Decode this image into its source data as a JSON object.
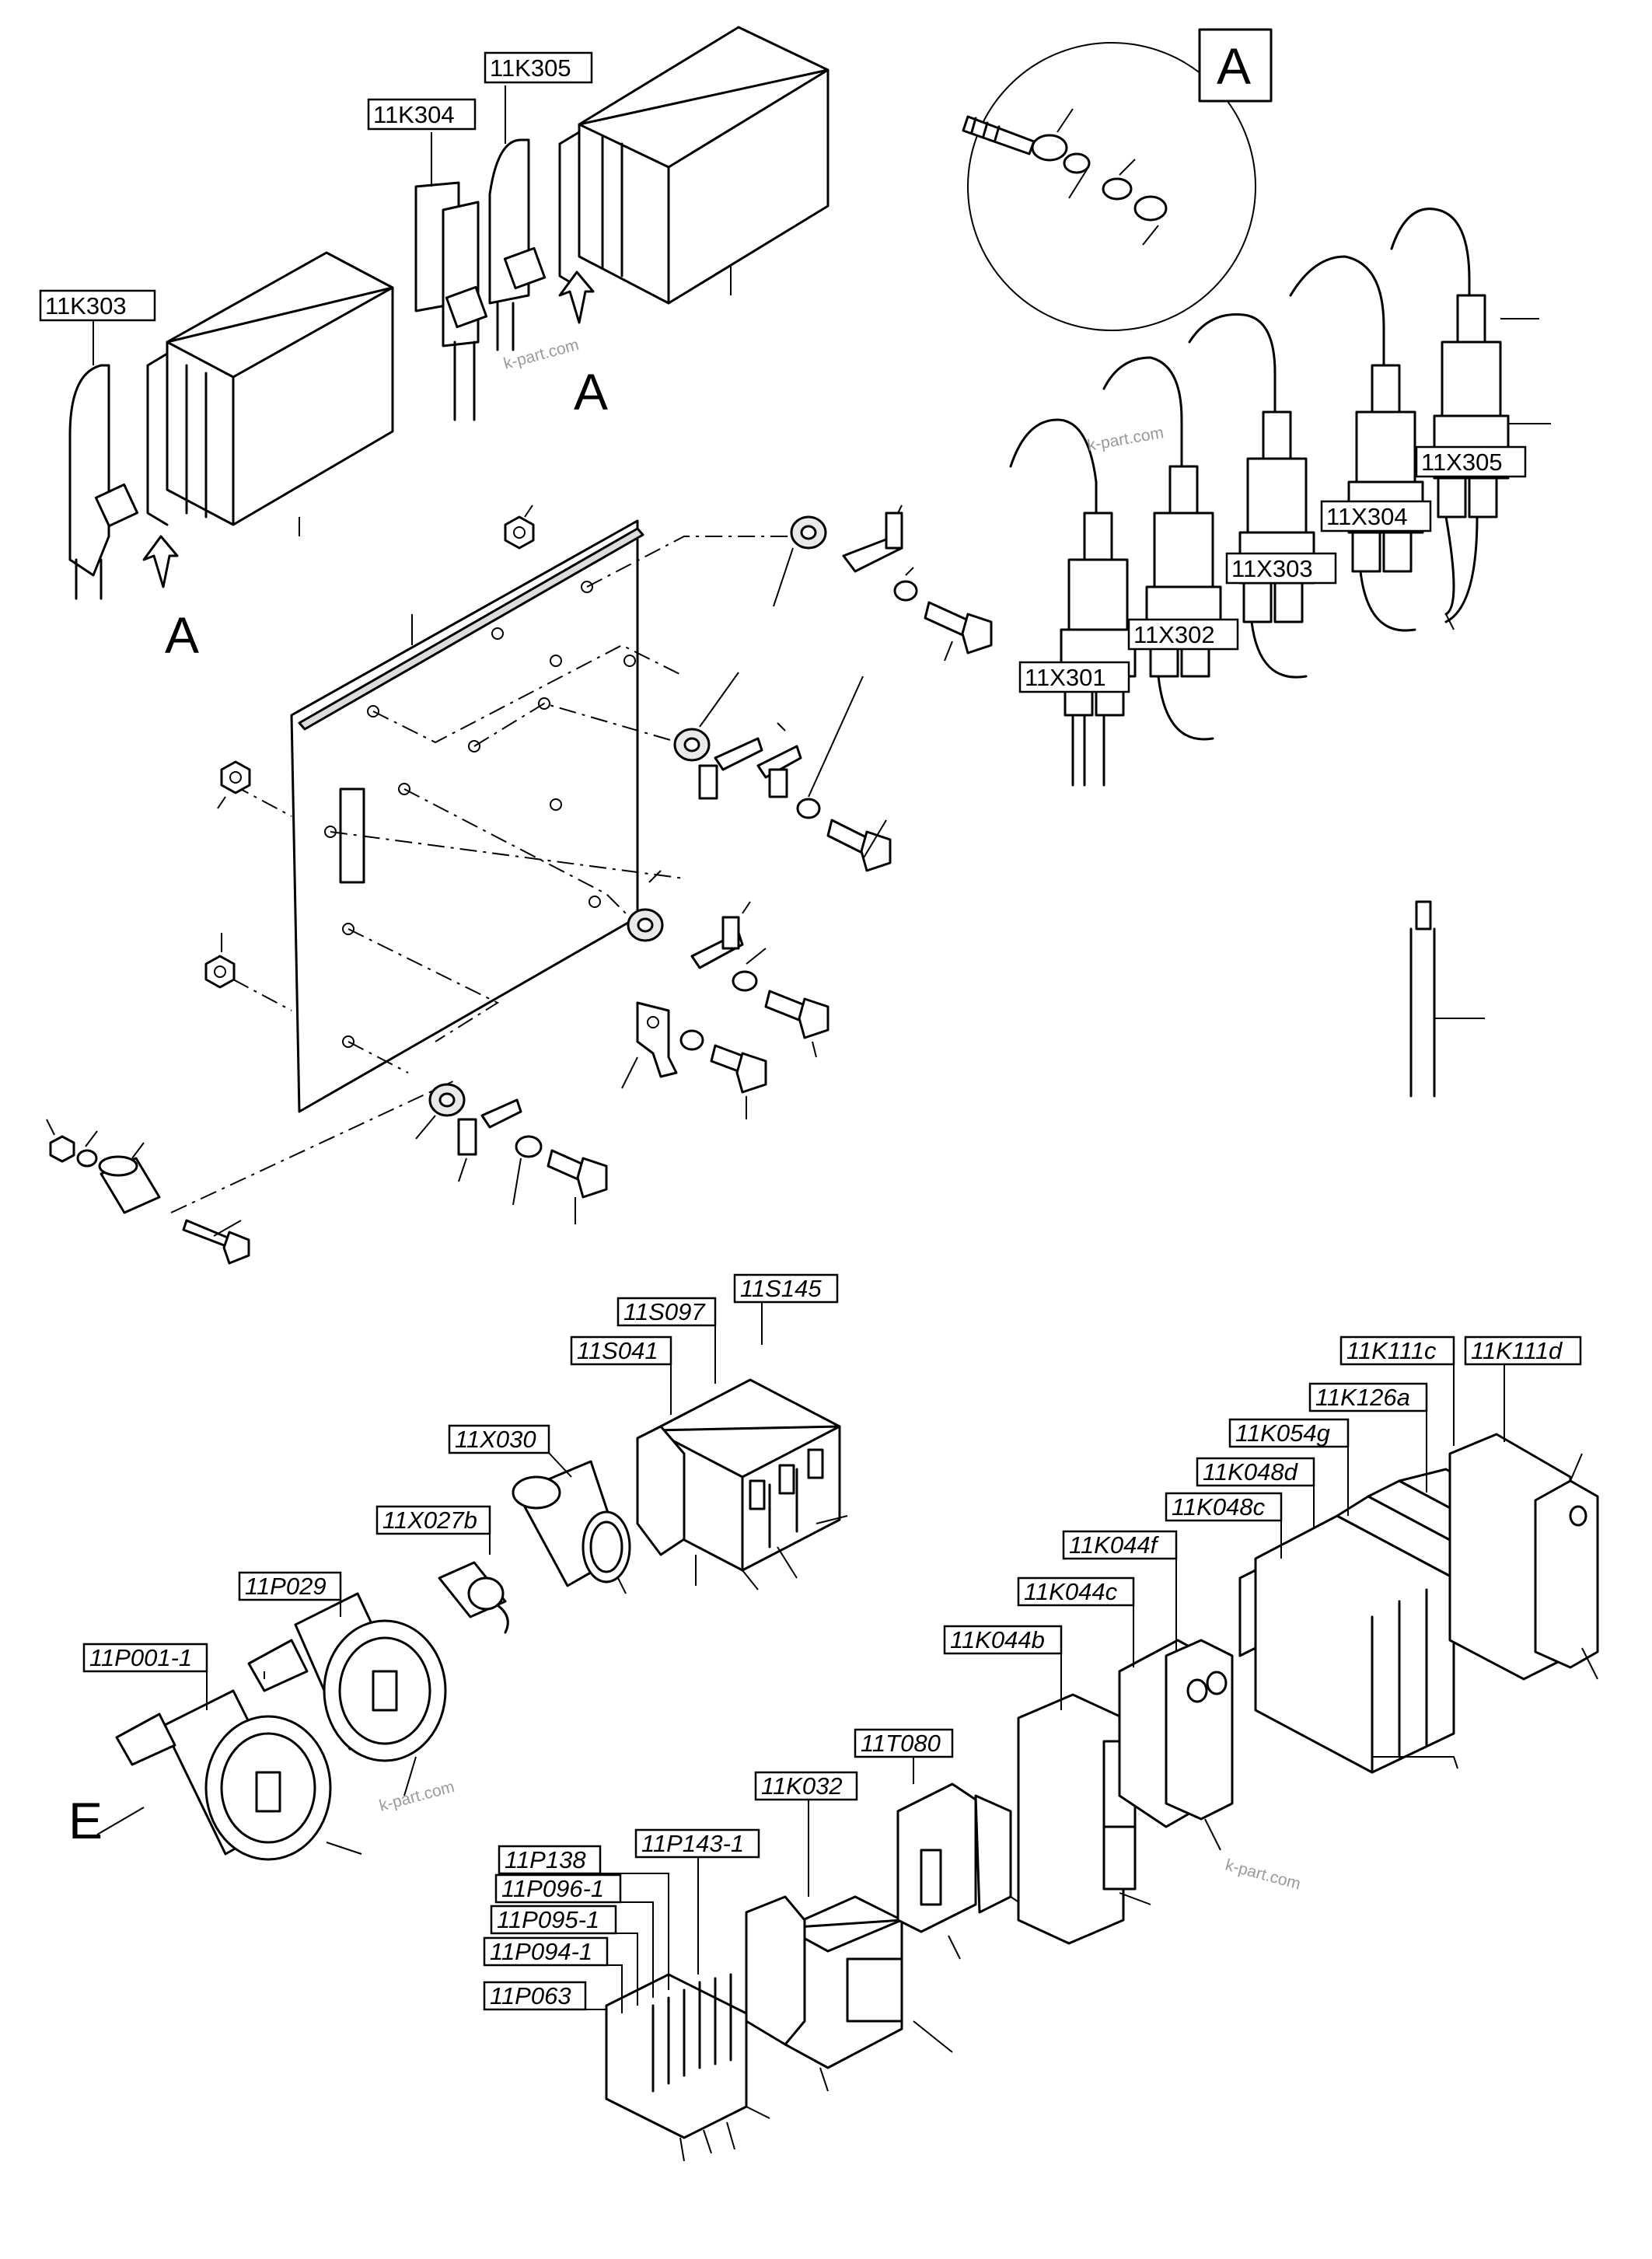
{
  "callouts": {
    "k303": "11K303",
    "k304": "11K304",
    "k305": "11K305",
    "x301": "11X301",
    "x302": "11X302",
    "x303": "11X303",
    "x304": "11X304",
    "x305": "11X305",
    "s041": "11S041",
    "s097": "11S097",
    "s145": "11S145",
    "x030": "11X030",
    "x027b": "11X027b",
    "p029": "11P029",
    "p001_1": "11P001-1",
    "k111c": "11K111c",
    "k111d": "11K111d",
    "k126a": "11K126a",
    "k054g": "11K054g",
    "k048d": "11K048d",
    "k048c": "11K048c",
    "k044f": "11K044f",
    "k044c": "11K044c",
    "k044b": "11K044b",
    "t080": "11T080",
    "k032": "11K032",
    "p138": "11P138",
    "p143_1": "11P143-1",
    "p096_1": "11P096-1",
    "p095_1": "11P095-1",
    "p094_1": "11P094-1",
    "p063": "11P063"
  },
  "view_letters": {
    "detail_box": "A",
    "arrow_a_upper": "A",
    "arrow_a_lower": "A",
    "e": "E"
  },
  "watermark": "k-part.com"
}
